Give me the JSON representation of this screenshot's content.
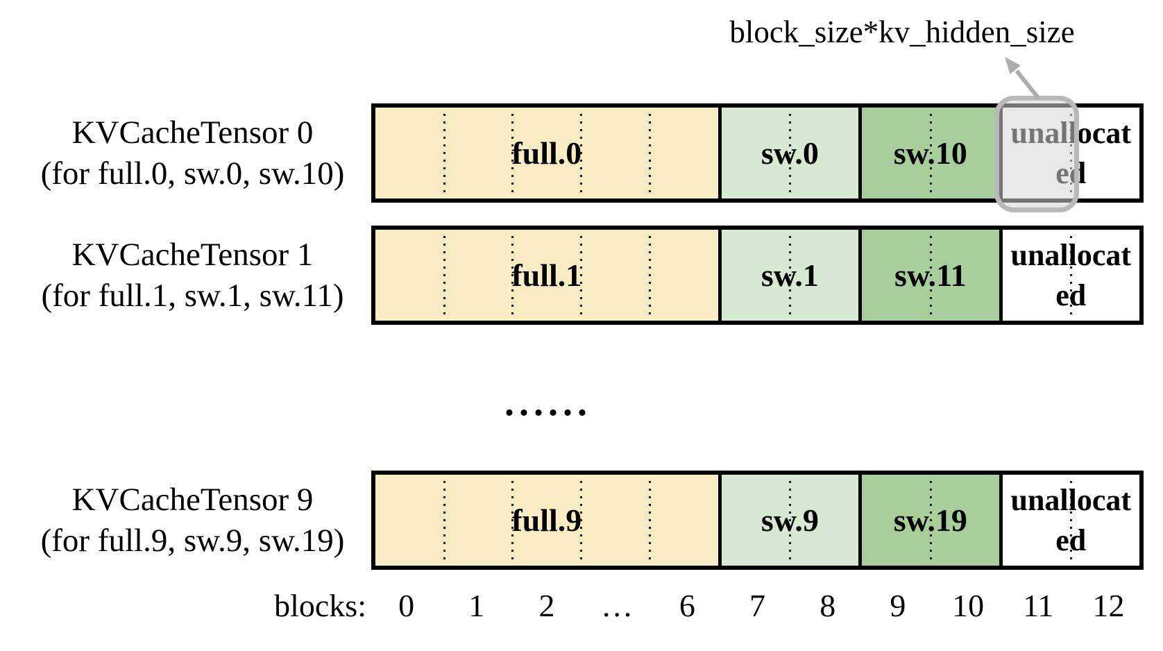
{
  "annotation": {
    "label": "block_size*kv_hidden_size",
    "target": "block 11 (first unallocated block)"
  },
  "rows": [
    {
      "name": "KVCacheTensor 0",
      "scope": "(for full.0, sw.0, sw.10)",
      "segments": {
        "full": "full.0",
        "sw_low": "sw.0",
        "sw_high": "sw.10",
        "unallocated": "unallocated"
      }
    },
    {
      "name": "KVCacheTensor 1",
      "scope": "(for full.1, sw.1, sw.11)",
      "segments": {
        "full": "full.1",
        "sw_low": "sw.1",
        "sw_high": "sw.11",
        "unallocated": "unallocated"
      }
    },
    {
      "name": "KVCacheTensor 9",
      "scope": "(for full.9, sw.9, sw.19)",
      "segments": {
        "full": "full.9",
        "sw_low": "sw.9",
        "sw_high": "sw.19",
        "unallocated": "unallocated"
      }
    }
  ],
  "ellipsis": "......",
  "axis": {
    "label": "blocks:",
    "ticks": [
      "0",
      "1",
      "2",
      "…",
      "6",
      "7",
      "8",
      "9",
      "10",
      "11",
      "12"
    ]
  },
  "layout_note": "full spans blocks 0-6, sw_low blocks 7-8, sw_high blocks 9-10, unallocated blocks 11-12",
  "colors": {
    "full": "#FAEDC4",
    "sw_low": "#D7E8D3",
    "sw_high": "#A8CE9B",
    "unallocated": "#FFFFFF",
    "border": "#000000",
    "highlight_stroke": "#B9B9B9",
    "highlight_fill": "#D6D6D6",
    "arrow": "#ADADAD",
    "text": "#000000"
  }
}
